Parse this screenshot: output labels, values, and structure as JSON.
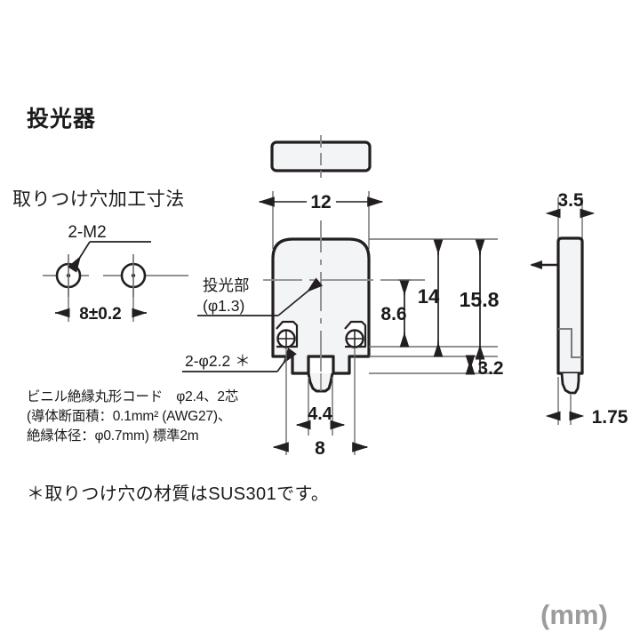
{
  "document": {
    "title": "投光器",
    "unit_marker": "(mm)",
    "background_color": "#ffffff",
    "body_fill_color": "#f2f4f5",
    "outline_color": "#231f20",
    "thin_line_color": "#6d6d6d",
    "unit_marker_color": "#9c9c9c"
  },
  "mounting_hole_view": {
    "heading": "取りつけ穴加工寸法",
    "thread_callout": "2-M2",
    "pitch_dimension": "8±0.2"
  },
  "front_view": {
    "emitter_label_line1": "投光部",
    "emitter_label_line2": "(φ1.3)",
    "hole_callout": "2-φ2.2 ＊",
    "dimensions": {
      "width": "12",
      "emitter_height": "8.6",
      "body_height": "14",
      "overall_height": "15.8",
      "tab_height": "3.2",
      "cable_width": "4.4",
      "hole_pitch": "8"
    }
  },
  "side_view": {
    "dimensions": {
      "thickness": "3.5",
      "cable_offset": "1.75"
    }
  },
  "cord_specification": {
    "line1": "ビニル絶縁丸形コード　φ2.4、2芯",
    "line2": "(導体断面積：0.1mm² (AWG27)、",
    "line3": "絶縁体径：φ0.7mm) 標準2m"
  },
  "footnote": {
    "text": "＊取りつけ穴の材質はSUS301です。"
  }
}
